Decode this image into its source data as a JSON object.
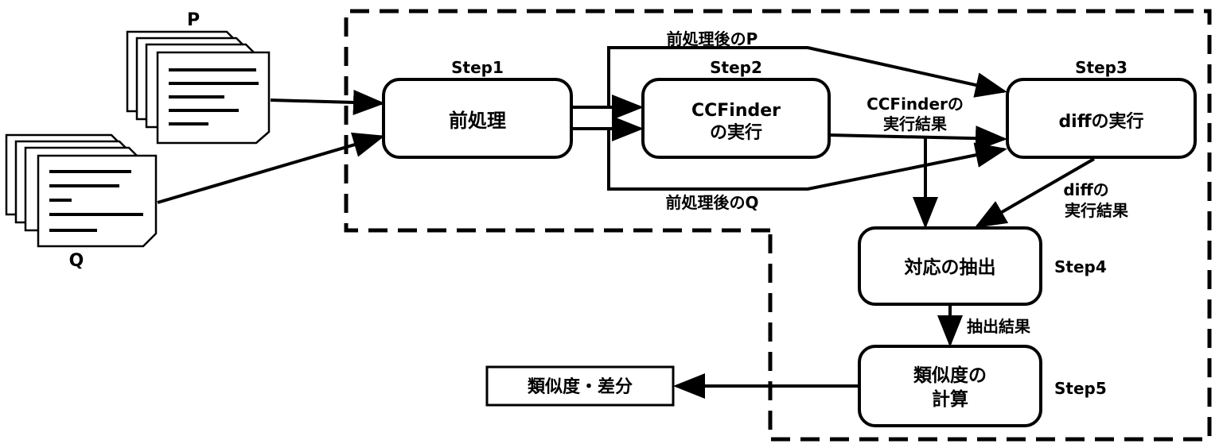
{
  "documents": {
    "p_label": "P",
    "q_label": "Q"
  },
  "steps": {
    "step1": {
      "label": "Step1",
      "box_text": "前処理"
    },
    "step2": {
      "label": "Step2",
      "box_line1": "CCFinder",
      "box_line2": "の実行"
    },
    "step3": {
      "label": "Step3",
      "box_text": "diffの実行"
    },
    "step4": {
      "label": "Step4",
      "box_text": "対応の抽出"
    },
    "step5": {
      "label": "Step5",
      "box_line1": "類似度の",
      "box_line2": "計算"
    }
  },
  "edge_labels": {
    "preprocessed_p": "前処理後のP",
    "preprocessed_q": "前処理後のQ",
    "ccfinder_result_line1": "CCFinderの",
    "ccfinder_result_line2": "実行結果",
    "diff_result_line1": "diffの",
    "diff_result_line2": "実行結果",
    "extraction_result": "抽出結果"
  },
  "output": {
    "label": "類似度・差分"
  }
}
